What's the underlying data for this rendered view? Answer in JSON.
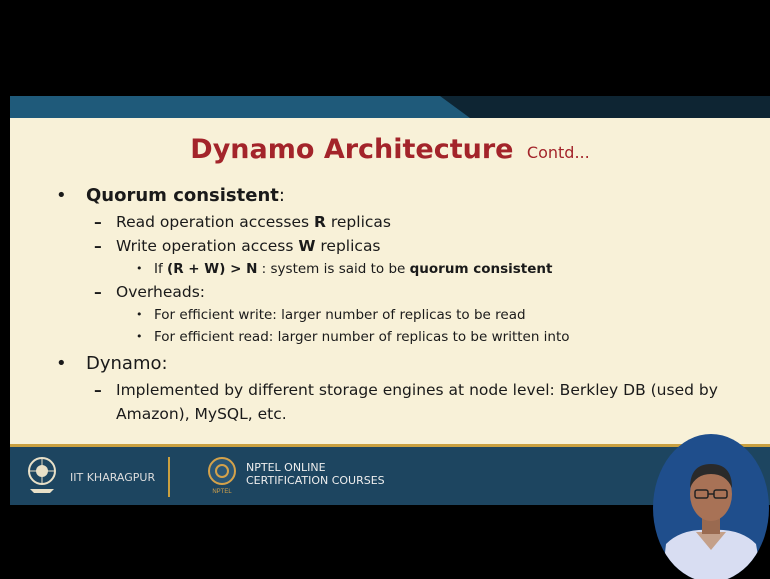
{
  "slide": {
    "title": "Dynamo Architecture",
    "title_suffix": "Contd...",
    "bullets": {
      "quorum_heading": "Quorum consistent",
      "quorum_colon": ":",
      "read_pre": "Read operation accesses ",
      "read_bold": "R",
      "read_post": " replicas",
      "write_pre": "Write operation access ",
      "write_bold": "W",
      "write_post": " replicas",
      "cond_pre": "If ",
      "cond_bold": "(R + W) > N",
      "cond_mid": " : system is said to be ",
      "cond_bold2": "quorum consistent",
      "overheads": "Overheads:",
      "over_write": "For efficient write: larger number of replicas to be read",
      "over_read": "For efficient read: larger number of replicas to be written into",
      "dynamo": "Dynamo:",
      "impl": "Implemented by different storage engines at node level: Berkley DB (used by Amazon), MySQL, etc."
    }
  },
  "footer": {
    "institute": "IIT KHARAGPUR",
    "course_line1": "NPTEL ONLINE",
    "course_line2": "CERTIFICATION COURSES",
    "nptel_logo_text": "NPTEL"
  },
  "colors": {
    "title": "#a3242a",
    "slide_bg": "#f8f1d8",
    "footer_bg": "#1d4560",
    "accent": "#c9a040",
    "topband": "#174159"
  }
}
